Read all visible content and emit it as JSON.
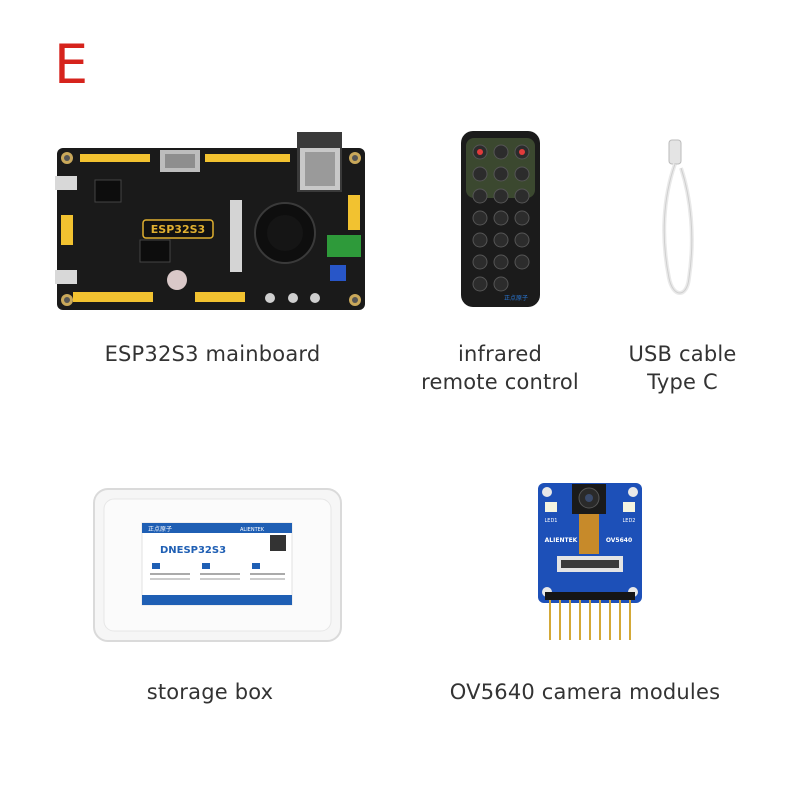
{
  "variant_letter": "E",
  "items": [
    {
      "id": "mainboard",
      "caption": [
        "ESP32S3 mainboard"
      ],
      "chip_label": "ESP32S3"
    },
    {
      "id": "remote",
      "caption": [
        "infrared",
        "remote control"
      ],
      "brand_label": "正点原子"
    },
    {
      "id": "usb_cable",
      "caption": [
        "USB cable",
        "Type C"
      ]
    },
    {
      "id": "storage_box",
      "caption": [
        "storage box"
      ],
      "card": {
        "brand": "正点原子",
        "maker": "ALIENTEK",
        "title": "DNESP32S3"
      }
    },
    {
      "id": "camera",
      "caption": [
        "OV5640 camera modules"
      ],
      "pcb_labels": {
        "maker": "ALIENTEK",
        "sensor": "OV5640",
        "led1": "LED1",
        "led2": "LED2"
      }
    }
  ],
  "colors": {
    "accent": "#d6231c",
    "caption": "#333333",
    "pcb_black": "#1a1a1a",
    "pcb_blue": "#1d50b8",
    "header_yellow": "#f2c230"
  }
}
